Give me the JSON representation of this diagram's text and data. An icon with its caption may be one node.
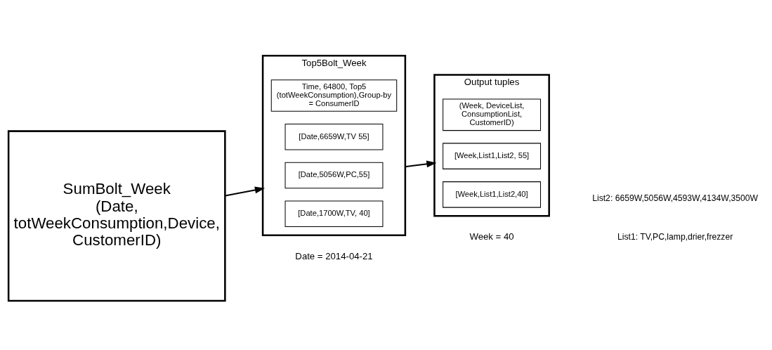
{
  "diagram": {
    "nodes": [
      {
        "text": [
          "SumBolt_Week",
          "(Date, totWeekConsumption,Device, CustomerID)"
        ]
      },
      {
        "text": [
          "Top5Bolt_Week"
        ],
        "beside": [
          "Date = 2014-04-21"
        ]
      },
      {
        "text": [
          "Time, 64800, Top5 (totWeekConsumption),Group-by = ConsumerID"
        ],
        "in": 1
      },
      {
        "text": [
          "[Date,6659W,TV 55]"
        ],
        "in": 1
      },
      {
        "text": [
          "[Date,5056W,PC,55]"
        ],
        "in": 1
      },
      {
        "text": [
          "[Date,1700W,TV, 40]"
        ],
        "in": 1
      },
      {
        "text": [
          "Output tuples"
        ],
        "beside": [
          "Week = 40"
        ]
      },
      {
        "text": [
          "(Week, DeviceList, ConsumptionList, CustomerID)"
        ],
        "in": 6
      },
      {
        "text": [
          "[Week,List1,List2, 55]"
        ],
        "in": 6
      },
      {
        "text": [
          "[Week,List1,List2,40]"
        ],
        "in": 6
      }
    ],
    "edges": [
      {
        "from": 0,
        "to": 1,
        "arrow": "to"
      },
      {
        "from": 1,
        "to": 6,
        "arrow": "to"
      }
    ],
    "labels": [
      "List1: TV,PC,lamp,drier,frezzer",
      "List2: 6659W,5056W,4593W,4134W,3500W"
    ]
  }
}
